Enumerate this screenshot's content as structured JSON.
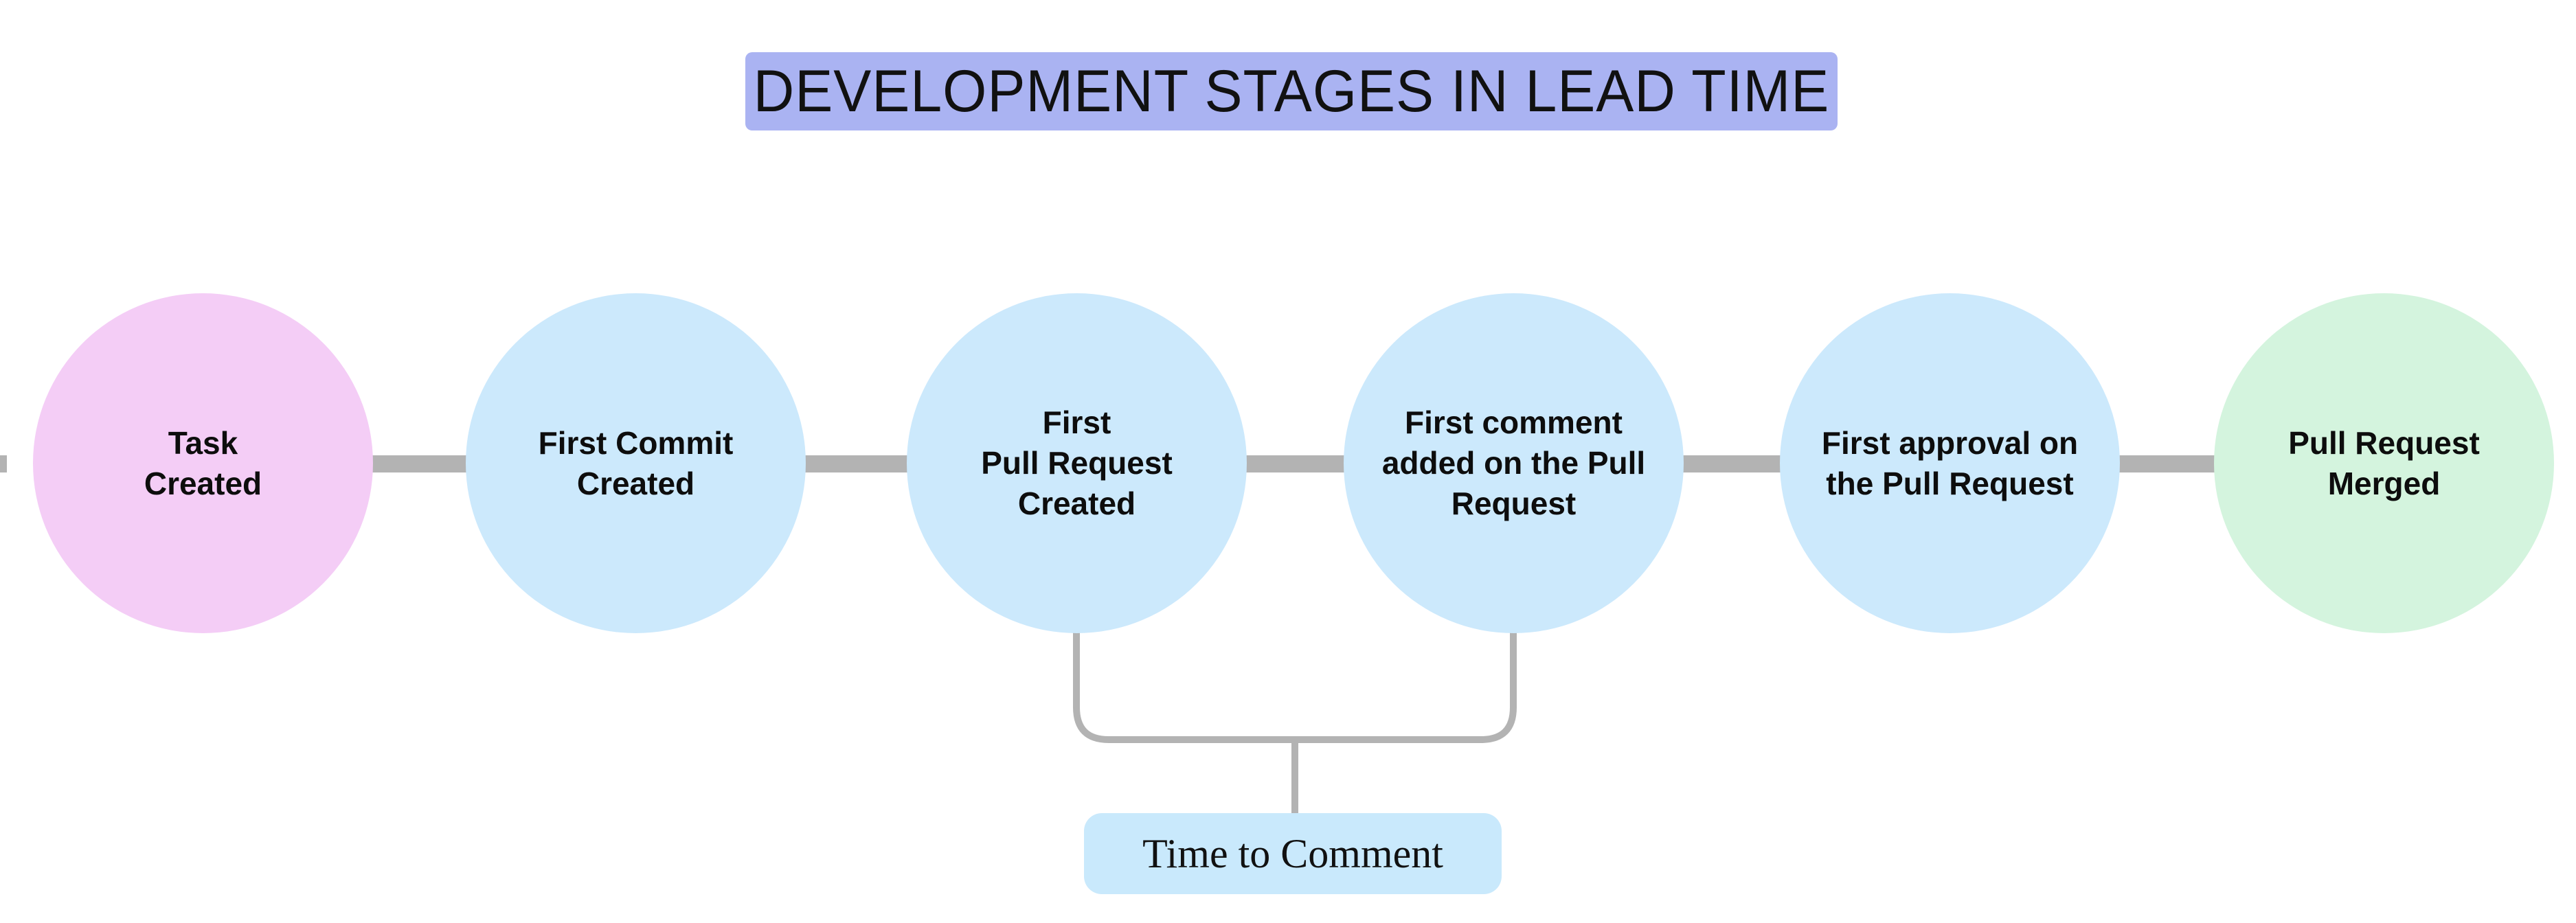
{
  "title": {
    "text": "DEVELOPMENT STAGES IN LEAD TIME",
    "bg_color": "#aab3f2"
  },
  "stages": [
    {
      "name": "task-created",
      "lines": [
        "Task",
        "Created"
      ],
      "color": "#f4cdf6"
    },
    {
      "name": "first-commit-created",
      "lines": [
        "First Commit",
        "Created"
      ],
      "color": "#cce9fc"
    },
    {
      "name": "first-pull-request-created",
      "lines": [
        "First",
        "Pull Request",
        "Created"
      ],
      "color": "#cce9fc"
    },
    {
      "name": "first-comment-added",
      "lines": [
        "First comment",
        "added on the Pull",
        "Request"
      ],
      "color": "#cce9fc"
    },
    {
      "name": "first-approval",
      "lines": [
        "First approval on",
        "the Pull Request"
      ],
      "color": "#cce9fc"
    },
    {
      "name": "pull-request-merged",
      "lines": [
        "Pull Request",
        "Merged"
      ],
      "color": "#d4f4de"
    }
  ],
  "annotation": {
    "label": "Time to Comment",
    "bg_color": "#c9e9fc",
    "spans_from": "First Pull Request Created",
    "spans_to": "First comment added on the Pull Request"
  },
  "connector": {
    "color": "#b3b3b3"
  }
}
